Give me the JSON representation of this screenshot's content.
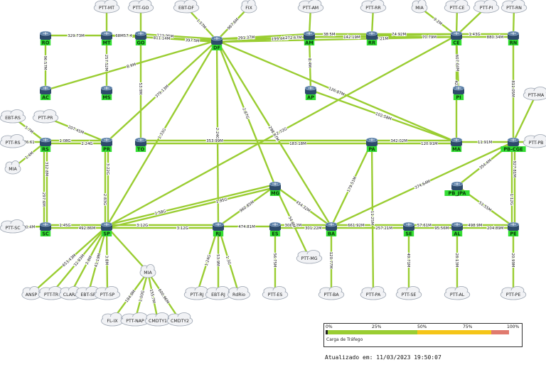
{
  "colors": {
    "link": "#9acd32",
    "router_dark": "#2d4a6b",
    "router_mid": "#5a7ea6",
    "router_light": "#c9d9ea",
    "node_label_bg": "#33dd33",
    "cloud_fill": "#f1f2f5",
    "cloud_stroke": "#9aa3b0",
    "legend_low": "#9acd32",
    "legend_mid": "#f5c518",
    "legend_high": "#e07a6e",
    "legend_zero": "#222222"
  },
  "routers": [
    {
      "id": "RO",
      "label": "RO"
    },
    {
      "id": "MT",
      "label": "MT"
    },
    {
      "id": "GO",
      "label": "GO"
    },
    {
      "id": "DF",
      "label": "DF"
    },
    {
      "id": "AM",
      "label": "AM"
    },
    {
      "id": "RR",
      "label": "RR"
    },
    {
      "id": "CE",
      "label": "CE"
    },
    {
      "id": "RN",
      "label": "RN"
    },
    {
      "id": "AC",
      "label": "AC"
    },
    {
      "id": "MS",
      "label": "MS"
    },
    {
      "id": "AP",
      "label": "AP"
    },
    {
      "id": "PI",
      "label": "PI"
    },
    {
      "id": "TO",
      "label": "TO"
    },
    {
      "id": "RS",
      "label": "RS"
    },
    {
      "id": "PR",
      "label": "PR"
    },
    {
      "id": "PA",
      "label": "PA"
    },
    {
      "id": "MA",
      "label": "MA"
    },
    {
      "id": "PBCGE",
      "label": "PB-CGE"
    },
    {
      "id": "MG",
      "label": "MG"
    },
    {
      "id": "PBJPA",
      "label": "PB_JPA"
    },
    {
      "id": "SC",
      "label": "SC"
    },
    {
      "id": "SP",
      "label": "SP"
    },
    {
      "id": "RJ",
      "label": "RJ"
    },
    {
      "id": "ES",
      "label": "ES"
    },
    {
      "id": "BA",
      "label": "BA"
    },
    {
      "id": "SE",
      "label": "SE"
    },
    {
      "id": "AL",
      "label": "AL"
    },
    {
      "id": "PE",
      "label": "PE"
    }
  ],
  "clouds": [
    {
      "id": "c-ptt-mt",
      "label": "PTT-MT"
    },
    {
      "id": "c-ptt-go",
      "label": "PTT-GO"
    },
    {
      "id": "c-ebt-df",
      "label": "EBT-DF"
    },
    {
      "id": "c-fix",
      "label": "FIX"
    },
    {
      "id": "c-ptt-am",
      "label": "PTT-AM"
    },
    {
      "id": "c-ptt-rr",
      "label": "PTT-RR"
    },
    {
      "id": "c-mia-top",
      "label": "MIA"
    },
    {
      "id": "c-ptt-ce",
      "label": "PTT-CE"
    },
    {
      "id": "c-ptt-pi",
      "label": "PTT-PI"
    },
    {
      "id": "c-ptt-rn",
      "label": "PTT-RN"
    },
    {
      "id": "c-ptt-ma",
      "label": "PTT-MA"
    },
    {
      "id": "c-ebt-rs",
      "label": "EBT-RS"
    },
    {
      "id": "c-ptt-pr",
      "label": "PTT-PR"
    },
    {
      "id": "c-ptt-rs",
      "label": "PTT-RS"
    },
    {
      "id": "c-mia-left",
      "label": "MIA"
    },
    {
      "id": "c-ptt-pb",
      "label": "PTT-PB"
    },
    {
      "id": "c-ptt-sc",
      "label": "PTT-SC"
    },
    {
      "id": "c-ptt-mg",
      "label": "PTT-MG"
    },
    {
      "id": "c-mia-sp",
      "label": "MIA"
    },
    {
      "id": "c-ansp",
      "label": "ANSP"
    },
    {
      "id": "c-ptt-tr",
      "label": "PTT-TR"
    },
    {
      "id": "c-clara",
      "label": "CLARA"
    },
    {
      "id": "c-ebt-sp",
      "label": "EBT-SP"
    },
    {
      "id": "c-ptt-sp",
      "label": "PTT-SP"
    },
    {
      "id": "c-fl-ix",
      "label": "FL-IX"
    },
    {
      "id": "c-ptt-nap",
      "label": "PTT-NAP"
    },
    {
      "id": "c-cmdty1",
      "label": "CMDTY1"
    },
    {
      "id": "c-cmdty2",
      "label": "CMDTY2"
    },
    {
      "id": "c-ptt-rj",
      "label": "PTT-RJ"
    },
    {
      "id": "c-ebt-rj",
      "label": "EBT-RJ"
    },
    {
      "id": "c-rdrio",
      "label": "RdRio"
    },
    {
      "id": "c-ptt-es",
      "label": "PTT-ES"
    },
    {
      "id": "c-ptt-ba",
      "label": "PTT-BA"
    },
    {
      "id": "c-ptt-pa",
      "label": "PTT-PA"
    },
    {
      "id": "c-ptt-se",
      "label": "PTT-SE"
    },
    {
      "id": "c-ptt-al",
      "label": "PTT-AL"
    },
    {
      "id": "c-ptt-pe",
      "label": "PTT-PE"
    }
  ],
  "links": [
    {
      "a": "RO",
      "b": "MT",
      "label": "329.73M"
    },
    {
      "a": "MT",
      "b": "GO",
      "label": "68M57.4"
    },
    {
      "a": "GO",
      "b": "DF",
      "label": "123.95M"
    },
    {
      "a": "GO",
      "b": "DF",
      "label": "397.5M"
    },
    {
      "a": "DF",
      "b": "AM",
      "label": "291.37M"
    },
    {
      "a": "DF",
      "b": "AM",
      "label": "199.44M"
    },
    {
      "a": "AM",
      "b": "RR",
      "label": "38.5M"
    },
    {
      "a": "AM",
      "b": "RR",
      "label": "142.19M"
    },
    {
      "a": "RR",
      "b": "CE",
      "label": "74.92M"
    },
    {
      "a": "RR",
      "b": "CE",
      "label": "70.79M"
    },
    {
      "a": "CE",
      "b": "RN",
      "label": "1.43G"
    },
    {
      "a": "CE",
      "b": "RN",
      "label": "880.34M"
    },
    {
      "a": "RO",
      "b": "AC",
      "label": "96.57M"
    },
    {
      "a": "MT",
      "b": "MS",
      "label": "257.52M"
    },
    {
      "a": "MT",
      "b": "DF",
      "label": "811.14M"
    },
    {
      "a": "GO",
      "b": "TO",
      "label": "53.9M"
    },
    {
      "a": "DF",
      "b": "AC",
      "label": "8.9M"
    },
    {
      "a": "DF",
      "b": "SP",
      "label": "1.33G"
    },
    {
      "a": "DF",
      "b": "RJ",
      "label": "2.24G"
    },
    {
      "a": "DF",
      "b": "MG",
      "label": "2.87G"
    },
    {
      "a": "DF",
      "b": "BA",
      "label": "298.87M"
    },
    {
      "a": "DF",
      "b": "MA",
      "label": "126.87M"
    },
    {
      "a": "DF",
      "b": "CE",
      "label": "272.67M"
    },
    {
      "a": "DF",
      "b": "CE",
      "label": "237.21M"
    },
    {
      "a": "DF",
      "b": "PR",
      "label": "379.13M"
    },
    {
      "a": "TO",
      "b": "PA",
      "label": "353.99M"
    },
    {
      "a": "TO",
      "b": "PA",
      "label": "183.18M"
    },
    {
      "a": "AM",
      "b": "AP",
      "label": "8.4M"
    },
    {
      "a": "AP",
      "b": "MA",
      "label": "102.58M"
    },
    {
      "a": "CE",
      "b": "PI",
      "label": "607.04M"
    },
    {
      "a": "CE",
      "b": "MA",
      "label": "422.91M"
    },
    {
      "a": "CE",
      "b": "SP",
      "label": "2.72G"
    },
    {
      "a": "RN",
      "b": "PBCGE",
      "label": "811.05M"
    },
    {
      "a": "PA",
      "b": "MA",
      "label": "342.02M"
    },
    {
      "a": "PA",
      "b": "MA",
      "label": "120.91M"
    },
    {
      "a": "MA",
      "b": "PBCGE",
      "label": "11.91M"
    },
    {
      "a": "PBCGE",
      "b": "PE",
      "label": "927.81M"
    },
    {
      "a": "PBCGE",
      "b": "PE",
      "label": "1.12G"
    },
    {
      "a": "RS",
      "b": "PR",
      "label": "1.08G"
    },
    {
      "a": "RS",
      "b": "PR",
      "label": "2.24G"
    },
    {
      "a": "RS",
      "b": "SC",
      "label": "312.8M"
    },
    {
      "a": "RS",
      "b": "SC",
      "label": "297.6M"
    },
    {
      "a": "PR",
      "b": "SP",
      "label": "3.22G"
    },
    {
      "a": "PR",
      "b": "SP",
      "label": "2.83G"
    },
    {
      "a": "SC",
      "b": "SP",
      "label": "1.45G"
    },
    {
      "a": "SC",
      "b": "SP",
      "label": "492.86M"
    },
    {
      "a": "SP",
      "b": "RJ",
      "label": "3.12G"
    },
    {
      "a": "SP",
      "b": "RJ",
      "label": "3.12G"
    },
    {
      "a": "SP",
      "b": "MG",
      "label": "1.58G"
    },
    {
      "a": "SP",
      "b": "MG",
      "label": "1.95G"
    },
    {
      "a": "RJ",
      "b": "ES",
      "label": "474.81M"
    },
    {
      "a": "RJ",
      "b": "MG",
      "label": "960.85M"
    },
    {
      "a": "ES",
      "b": "BA",
      "label": "308.32M"
    },
    {
      "a": "ES",
      "b": "BA",
      "label": "301.22M"
    },
    {
      "a": "BA",
      "b": "SE",
      "label": "661.92M"
    },
    {
      "a": "BA",
      "b": "SE",
      "label": "257.21M"
    },
    {
      "a": "BA",
      "b": "PA",
      "label": "179.51M"
    },
    {
      "a": "BA",
      "b": "PBCGE",
      "label": "374.64M"
    },
    {
      "a": "SE",
      "b": "AL",
      "label": "57.61M"
    },
    {
      "a": "SE",
      "b": "AL",
      "label": "95.56M"
    },
    {
      "a": "AL",
      "b": "PE",
      "label": "498.9M"
    },
    {
      "a": "AL",
      "b": "PE",
      "label": "204.89M"
    },
    {
      "a": "PBJPA",
      "b": "PE",
      "label": "51.55M"
    },
    {
      "a": "PBJPA",
      "b": "PBCGE",
      "label": "354.4M"
    },
    {
      "a": "MG",
      "b": "BA",
      "label": "454.32M"
    },
    {
      "a": "MT",
      "b": "c-ptt-mt",
      "label": ""
    },
    {
      "a": "GO",
      "b": "c-ptt-go",
      "label": ""
    },
    {
      "a": "DF",
      "b": "c-ebt-df",
      "label": "1.57M"
    },
    {
      "a": "DF",
      "b": "c-fix",
      "label": "967.6M"
    },
    {
      "a": "AM",
      "b": "c-ptt-am",
      "label": ""
    },
    {
      "a": "RR",
      "b": "c-ptt-rr",
      "label": ""
    },
    {
      "a": "CE",
      "b": "c-mia-top",
      "label": "9.2M"
    },
    {
      "a": "CE",
      "b": "c-ptt-ce",
      "label": ""
    },
    {
      "a": "CE",
      "b": "c-ptt-pi",
      "label": ""
    },
    {
      "a": "RN",
      "b": "c-ptt-rn",
      "label": ""
    },
    {
      "a": "PBCGE",
      "b": "c-ptt-ma",
      "label": ""
    },
    {
      "a": "PBCGE",
      "b": "c-ptt-pb",
      "label": ""
    },
    {
      "a": "RS",
      "b": "c-ebt-rs",
      "label": "5.7M"
    },
    {
      "a": "RS",
      "b": "c-ptt-rs",
      "label": "76.61"
    },
    {
      "a": "RS",
      "b": "c-mia-left",
      "label": "1.4M"
    },
    {
      "a": "PR",
      "b": "c-ptt-pr",
      "label": "207.45M"
    },
    {
      "a": "SC",
      "b": "c-ptt-sc",
      "label": "20.4M"
    },
    {
      "a": "MG",
      "b": "c-ptt-mg",
      "label": "54.8M"
    },
    {
      "a": "SP",
      "b": "c-mia-sp",
      "label": ""
    },
    {
      "a": "SP",
      "b": "c-ansp",
      "label": "653.43M"
    },
    {
      "a": "SP",
      "b": "c-ptt-tr",
      "label": "32.83M"
    },
    {
      "a": "SP",
      "b": "c-clara",
      "label": "3.8M"
    },
    {
      "a": "SP",
      "b": "c-ebt-sp",
      "label": "41.19M"
    },
    {
      "a": "SP",
      "b": "c-ptt-sp",
      "label": "3.8M"
    },
    {
      "a": "c-mia-sp",
      "b": "c-fl-ix",
      "label": "184.8M"
    },
    {
      "a": "c-mia-sp",
      "b": "c-ptt-nap",
      "label": "1.00G"
    },
    {
      "a": "c-mia-sp",
      "b": "c-cmdty1",
      "label": "155.7M"
    },
    {
      "a": "c-mia-sp",
      "b": "c-cmdty2",
      "label": "600.96M"
    },
    {
      "a": "RJ",
      "b": "c-ptt-rj",
      "label": "1.24G"
    },
    {
      "a": "RJ",
      "b": "c-ebt-rj",
      "label": "53.9M"
    },
    {
      "a": "RJ",
      "b": "c-rdrio",
      "label": "1.3G"
    },
    {
      "a": "ES",
      "b": "c-ptt-es",
      "label": "56.75M"
    },
    {
      "a": "BA",
      "b": "c-ptt-ba",
      "label": "120.77M"
    },
    {
      "a": "PA",
      "b": "c-ptt-pa",
      "label": "11.25M"
    },
    {
      "a": "SE",
      "b": "c-ptt-se",
      "label": "49.71M"
    },
    {
      "a": "AL",
      "b": "c-ptt-al",
      "label": "28.13M"
    },
    {
      "a": "PE",
      "b": "c-ptt-pe",
      "label": "20.99M"
    }
  ],
  "legend": {
    "title": "Carga de Tráfego",
    "ticks": [
      "0%",
      "25%",
      "50%",
      "75%",
      "100%"
    ]
  },
  "updated": "Atualizado em: 11/03/2023 19:50:07"
}
